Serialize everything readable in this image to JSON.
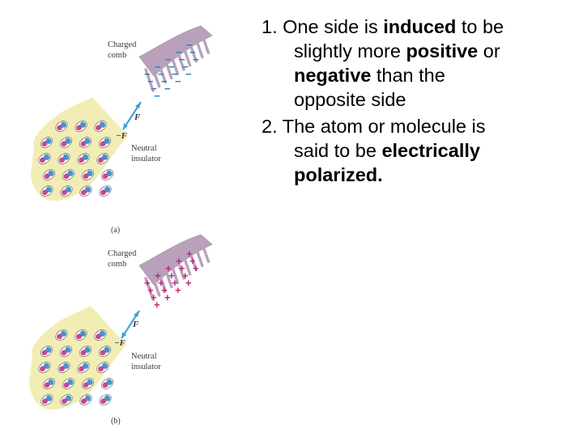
{
  "figure": {
    "panel_a": {
      "comb_label_1": "Charged",
      "comb_label_2": "comb",
      "insulator_label_1": "Neutral",
      "insulator_label_2": "insulator",
      "force_label": "F",
      "neg_force_label": "−F",
      "caption": "(a)",
      "comb_charge_symbol": "−"
    },
    "panel_b": {
      "comb_label_1": "Charged",
      "comb_label_2": "comb",
      "insulator_label_1": "Neutral",
      "insulator_label_2": "insulator",
      "force_label": "F",
      "neg_force_label": "−F",
      "caption": "(b)",
      "comb_charge_symbol": "+"
    },
    "colors": {
      "comb": "#b9a1bb",
      "insulator": "#f1edb4",
      "negative_charge": "#2a7fc0",
      "positive_charge": "#c0247a",
      "arrow": "#3aa0d8"
    }
  },
  "points": [
    {
      "number": "1.",
      "t1": " One side is ",
      "b1": "induced",
      "t2": " to be",
      "t3": "slightly more ",
      "b2": "positive",
      "t4": " or",
      "b3": "negative",
      "t5": " than the",
      "t6": "opposite side"
    },
    {
      "number": "2.",
      "t1": " The atom or molecule is",
      "t2": "said to be ",
      "b1": "electrically",
      "b2": "polarized."
    }
  ]
}
